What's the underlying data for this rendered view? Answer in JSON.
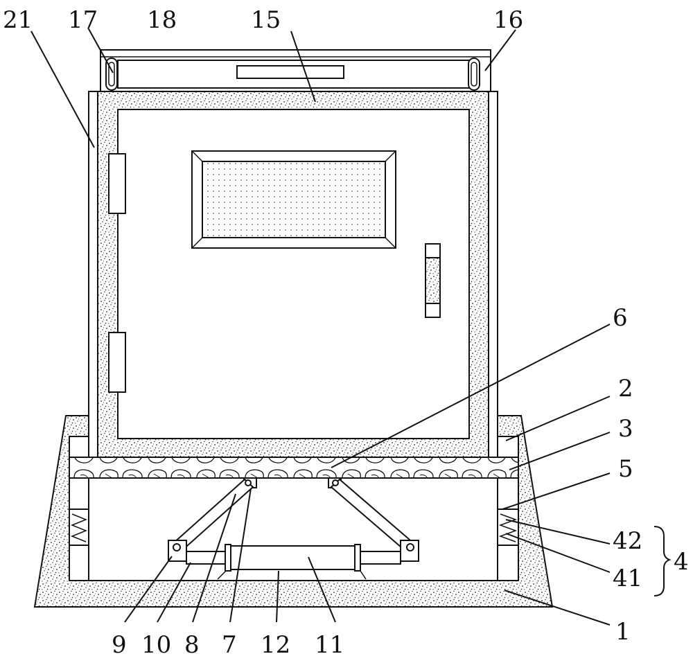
{
  "figure": {
    "labels": {
      "l21": "21",
      "l17": "17",
      "l18": "18",
      "l15": "15",
      "l16": "16",
      "l6": "6",
      "l2": "2",
      "l3": "3",
      "l5": "5",
      "l42": "42",
      "l41": "41",
      "l4": "4",
      "l1": "1",
      "l9": "9",
      "l10": "10",
      "l8": "8",
      "l7": "7",
      "l12": "12",
      "l11": "11"
    }
  }
}
